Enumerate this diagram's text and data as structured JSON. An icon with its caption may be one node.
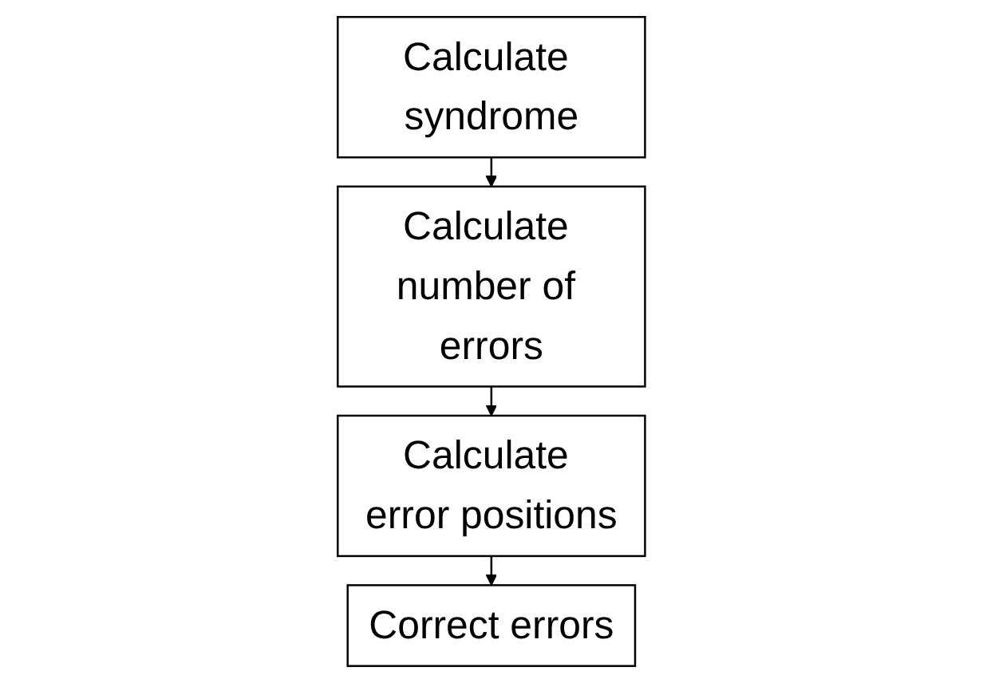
{
  "diagram": {
    "nodes": [
      {
        "text": [
          "Calculate syndrome"
        ]
      },
      {
        "text": [
          "Calculate number of errors"
        ]
      },
      {
        "text": [
          "Calculate error positions"
        ]
      },
      {
        "text": [
          "Correct errors"
        ]
      }
    ],
    "edges": [
      {
        "from": 0,
        "to": 1,
        "arrow": "to"
      },
      {
        "from": 1,
        "to": 2,
        "arrow": "to"
      },
      {
        "from": 2,
        "to": 3,
        "arrow": "to"
      }
    ]
  }
}
